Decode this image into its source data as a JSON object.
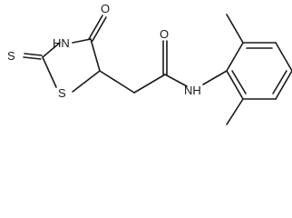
{
  "molecule": {
    "atoms": [
      {
        "id": "O_ketone",
        "label": "O"
      },
      {
        "id": "NH_ring",
        "label": "HN"
      },
      {
        "id": "S_thione",
        "label": "S"
      },
      {
        "id": "S_ring",
        "label": "S"
      },
      {
        "id": "O_amide",
        "label": "O"
      },
      {
        "id": "NH_amide",
        "label": "NH"
      }
    ]
  }
}
